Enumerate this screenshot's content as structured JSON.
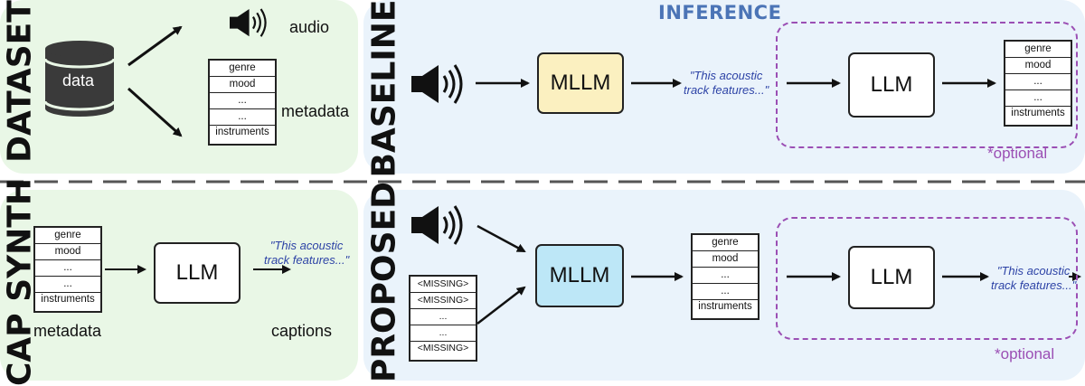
{
  "inference_title": "INFERENCE",
  "dataset": {
    "title": "DATASET",
    "cylinder_label": "data",
    "audio_label": "audio",
    "metadata_label": "metadata",
    "table_rows": [
      "genre",
      "mood",
      "...",
      "...",
      "instruments"
    ]
  },
  "baseline": {
    "title": "BASELINE",
    "model": "MLLM",
    "caption": [
      "\"This acoustic",
      "track features...\""
    ],
    "llm": "LLM",
    "table_rows": [
      "genre",
      "mood",
      "...",
      "...",
      "instruments"
    ],
    "optional": "*optional"
  },
  "cap_synth": {
    "title": "CAP SYNTH",
    "table_rows": [
      "genre",
      "mood",
      "...",
      "...",
      "instruments"
    ],
    "llm": "LLM",
    "caption": [
      "\"This acoustic",
      "track features...\""
    ],
    "metadata_label": "metadata",
    "captions_label": "captions"
  },
  "proposed": {
    "title": "PROPOSED",
    "missing_rows": [
      "<MISSING>",
      "<MISSING>",
      "...",
      "...",
      "<MISSING>"
    ],
    "model": "MLLM",
    "table_rows": [
      "genre",
      "mood",
      "...",
      "...",
      "instruments"
    ],
    "llm": "LLM",
    "caption": [
      "\"This acoustic",
      "track features...\""
    ],
    "optional": "*optional"
  },
  "colors": {
    "green_panel": "#e9f7e6",
    "blue_panel": "#eaf3fb",
    "mllm_baseline": "#fbf0c0",
    "mllm_proposed": "#bde7f7",
    "optional": "#9b4fb4",
    "inference": "#4b74b6",
    "caption_text": "#2d43a6"
  },
  "icons": [
    "speaker-icon",
    "database-icon",
    "arrow-icon"
  ]
}
